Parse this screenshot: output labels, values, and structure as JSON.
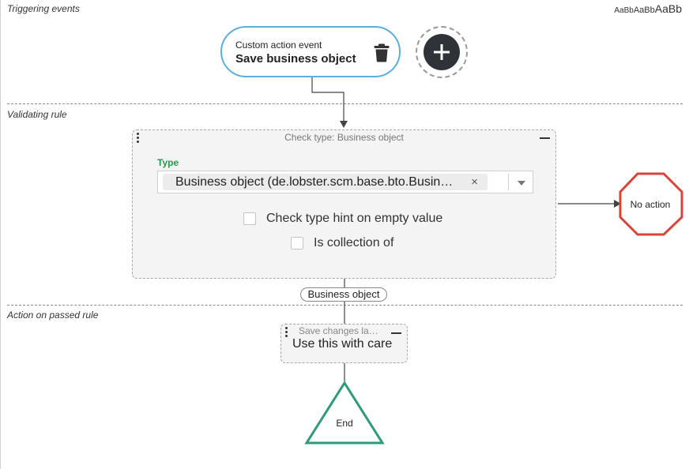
{
  "sections": {
    "triggering": "Triggering events",
    "validating": "Validating rule",
    "action": "Action on passed rule"
  },
  "font_size_selector": {
    "small": "AaBb",
    "medium": "AaBb",
    "large": "AaBb"
  },
  "trigger": {
    "subtitle": "Custom action event",
    "title": "Save business object"
  },
  "rule": {
    "title": "Check type: Business object",
    "type_label": "Type",
    "selected_value": "Business object (de.lobster.scm.base.bto.Busin…",
    "remove_symbol": "×",
    "checkboxes": [
      {
        "label": "Check type hint on empty value",
        "checked": false
      },
      {
        "label": "Is collection of",
        "checked": false
      }
    ]
  },
  "fail_node": {
    "label": "No action"
  },
  "connector": {
    "label": "Business object"
  },
  "action": {
    "title": "Save changes lat…",
    "main": "Use this with care"
  },
  "end_node": {
    "label": "End"
  },
  "colors": {
    "trigger_border": "#5aaedb",
    "type_label": "#1f9d4f",
    "no_action_border": "#d9443a",
    "end_border": "#2e9a7a",
    "add_button": "#2f3237"
  },
  "icons": {
    "trigger_delete": "trash-icon",
    "add": "plus-icon",
    "drag": "vertical-dots-icon",
    "collapse": "minus-icon",
    "dropdown": "chevron-down-icon"
  }
}
